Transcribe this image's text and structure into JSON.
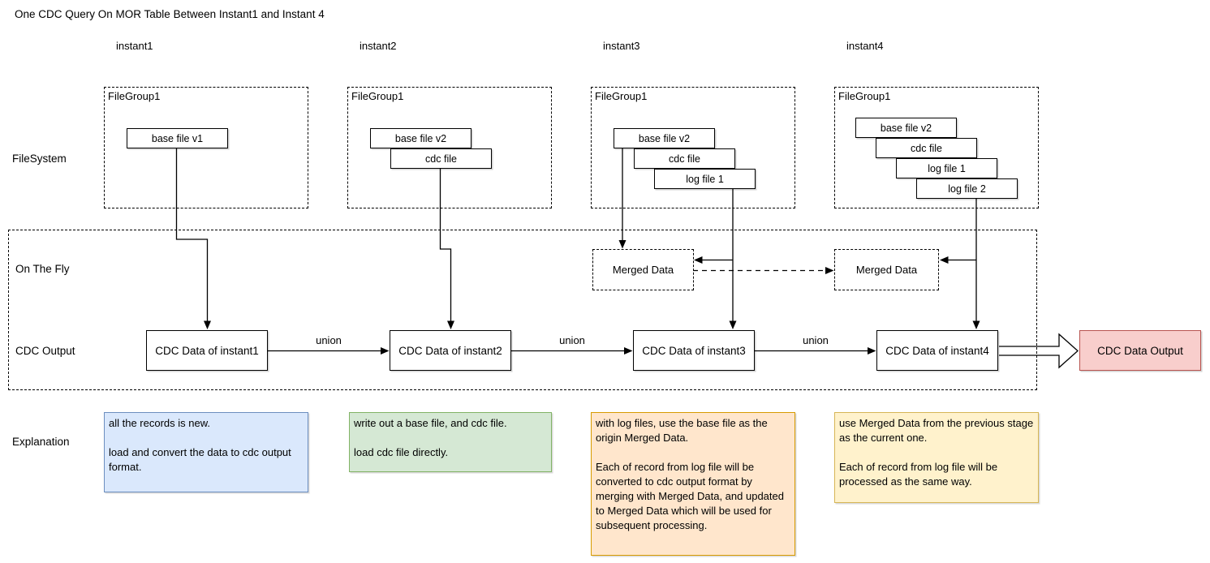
{
  "title": "One CDC Query On MOR Table Between Instant1 and Instant 4",
  "row_labels": {
    "filesystem": "FileSystem",
    "on_the_fly": "On The Fly",
    "cdc_output": "CDC Output",
    "explanation": "Explanation"
  },
  "labels": {
    "union": "union"
  },
  "columns": [
    {
      "header": "instant1",
      "filegroup": "FileGroup1",
      "files": [
        "base file v1"
      ],
      "cdc_box": "CDC Data of instant1",
      "explanation": "all the records is new.\n\nload and convert the data to cdc output format."
    },
    {
      "header": "instant2",
      "filegroup": "FileGroup1",
      "files": [
        "base file v2",
        "cdc file"
      ],
      "cdc_box": "CDC Data of instant2",
      "explanation": "write out a base file, and cdc file.\n\nload cdc file directly."
    },
    {
      "header": "instant3",
      "filegroup": "FileGroup1",
      "files": [
        "base file v2",
        "cdc file",
        "log file 1"
      ],
      "merged_data": "Merged Data",
      "cdc_box": "CDC Data of instant3",
      "explanation": "with log files, use the base file as the origin Merged Data.\n\nEach of record from log file will be converted to cdc output format by merging with Merged Data, and updated to Merged Data which will be used for subsequent processing."
    },
    {
      "header": "instant4",
      "filegroup": "FileGroup1",
      "files": [
        "base file v2",
        "cdc file",
        "log file 1",
        "log file 2"
      ],
      "merged_data": "Merged Data",
      "cdc_box": "CDC Data of instant4",
      "explanation": "use Merged Data from the previous stage as the current one.\n\nEach of record from log file will be processed as the same way."
    }
  ],
  "output_box": "CDC Data Output",
  "colors": {
    "expl-blue-fill": "#dae8fc",
    "expl-blue-border": "#6c8ebf",
    "expl-green-fill": "#d5e8d4",
    "expl-green-border": "#82b366",
    "expl-orange-fill": "#ffe6cc",
    "expl-orange-border": "#d79b00",
    "expl-yellow-fill": "#fff2cc",
    "expl-yellow-border": "#d6b656",
    "output-fill": "#f8cecc",
    "output-border": "#b85450"
  }
}
